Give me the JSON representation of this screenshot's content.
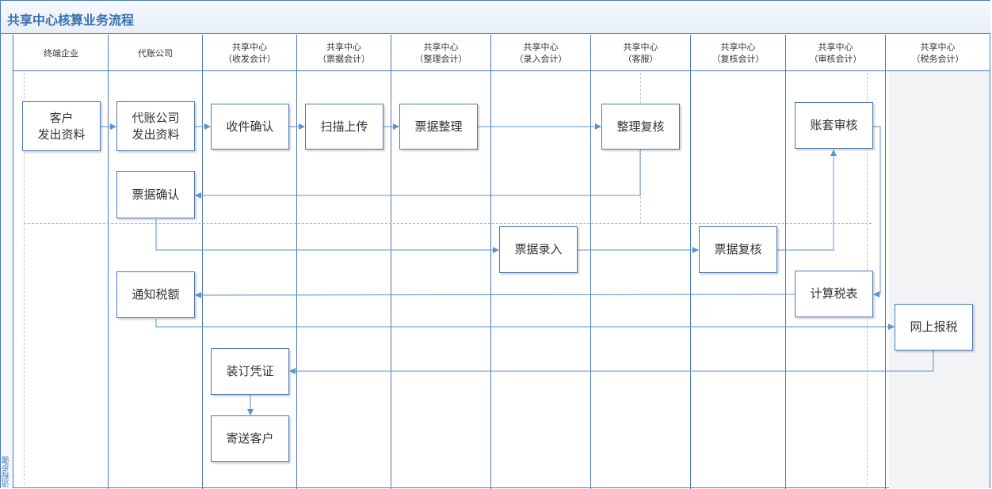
{
  "title": "共享中心核算业务流程",
  "side_label": "流程步骤",
  "lanes": [
    {
      "label": "终端企业"
    },
    {
      "label": "代账公司"
    },
    {
      "label": "共享中心\n（收发会计）"
    },
    {
      "label": "共享中心\n（票据会计）"
    },
    {
      "label": "共享中心\n（整理会计）"
    },
    {
      "label": "共享中心\n（录入会计）"
    },
    {
      "label": "共享中心\n（客服）"
    },
    {
      "label": "共享中心\n（复核会计）"
    },
    {
      "label": "共享中心\n（审核会计）"
    },
    {
      "label": "共享中心\n（税务会计）"
    }
  ],
  "nodes": {
    "client_send": "客户\n发出资料",
    "agency_send": "代账公司\n发出资料",
    "receipt_confirm": "收件确认",
    "scan_upload": "扫描上传",
    "bill_arrange": "票据整理",
    "arrange_review": "整理复核",
    "ledger_audit": "账套审核",
    "bill_confirm": "票据确认",
    "bill_entry": "票据录入",
    "bill_review": "票据复核",
    "notify_tax": "通知税额",
    "calc_tax": "计算税表",
    "online_tax": "网上报税",
    "bind_voucher": "装订凭证",
    "send_client": "寄送客户"
  },
  "colors": {
    "border": "#4a79b6",
    "title": "#3a6fb0",
    "edge": "#5b93cc"
  }
}
